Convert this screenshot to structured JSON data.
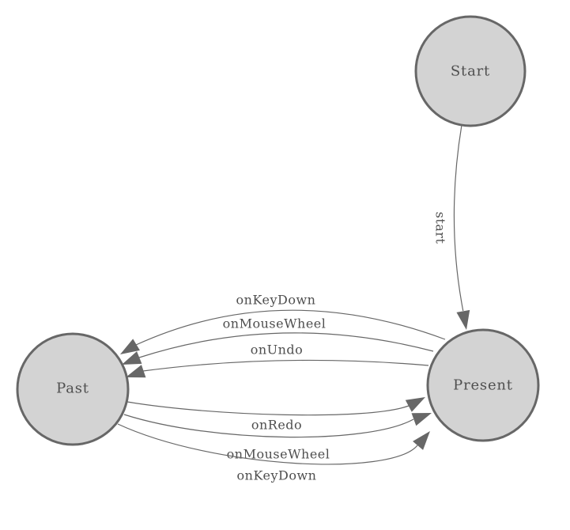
{
  "diagram": {
    "kind": "state-machine",
    "nodes": [
      {
        "id": "start",
        "label": "Start"
      },
      {
        "id": "present",
        "label": "Present"
      },
      {
        "id": "past",
        "label": "Past"
      }
    ],
    "edges": [
      {
        "from": "Start",
        "to": "Present",
        "label": "start"
      },
      {
        "from": "Present",
        "to": "Past",
        "label": "onKeyDown"
      },
      {
        "from": "Present",
        "to": "Past",
        "label": "onMouseWheel"
      },
      {
        "from": "Present",
        "to": "Past",
        "label": "onUndo"
      },
      {
        "from": "Past",
        "to": "Present",
        "label": "onRedo"
      },
      {
        "from": "Past",
        "to": "Present",
        "label": "onMouseWheel"
      },
      {
        "from": "Past",
        "to": "Present",
        "label": "onKeyDown"
      }
    ],
    "colors": {
      "background": "#ffffff",
      "node_fill": "#d3d3d3",
      "node_stroke": "#676767",
      "edge_stroke": "#676767",
      "arrow_fill": "#676767",
      "text": "#4f4f4f"
    }
  }
}
